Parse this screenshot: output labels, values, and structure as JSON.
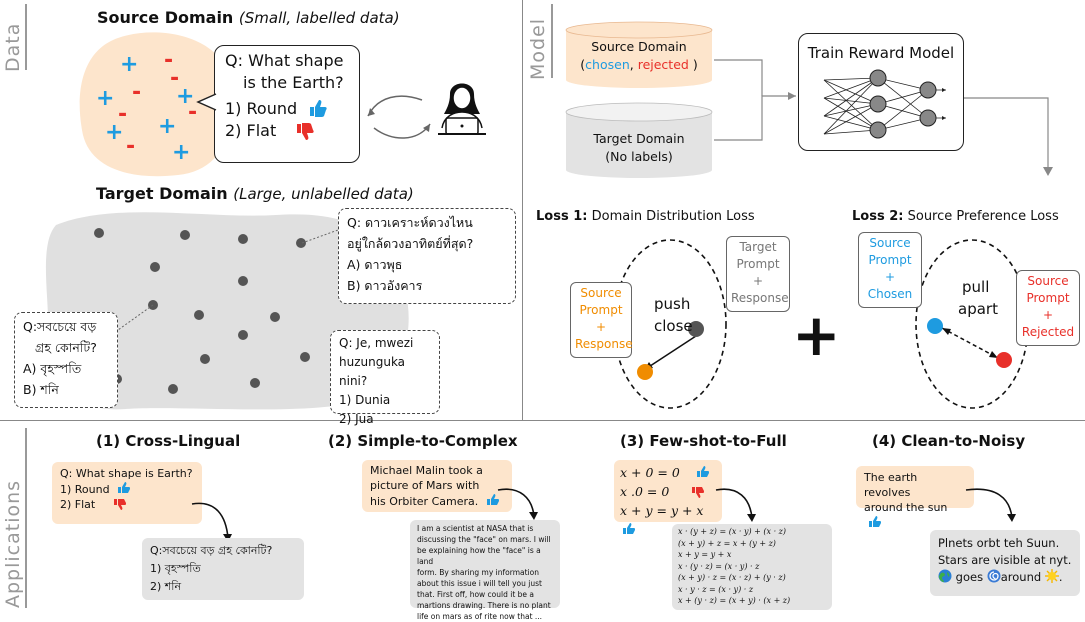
{
  "sections": {
    "data": "Data",
    "model": "Model",
    "applications": "Applications"
  },
  "data_panel": {
    "source_title": "Source Domain",
    "source_sub": "(Small, labelled data)",
    "plus_marks": [
      "+",
      "+",
      "+",
      "+",
      "+",
      "+"
    ],
    "minus_marks": [
      "-",
      "-",
      "-",
      "-",
      "-",
      "-"
    ],
    "source_question": [
      "Q: What shape",
      "is the Earth?"
    ],
    "source_answers": [
      {
        "label": "1) Round",
        "icon": "thumbs-up-icon"
      },
      {
        "label": "2) Flat",
        "icon": "thumbs-down-icon"
      }
    ],
    "target_title": "Target Domain",
    "target_sub": "(Large, unlabelled data)",
    "thai_box": [
      "Q: ดาวเคราะห์ดวงไหน",
      "อยู่ใกล้ดวงอาทิตย์ที่สุด?",
      "A) ดาวพุธ",
      "B) ดาวอังคาร"
    ],
    "bengali_box": [
      "Q:সবচেয়ে বড়",
      "গ্রহ কোনটি?",
      "A) বৃহস্পতি",
      "B) শনি"
    ],
    "swahili_box": [
      "Q: Je, mwezi",
      "huzunguka nini?",
      "1)  Dunia",
      "2)  Jua"
    ]
  },
  "model_panel": {
    "source_db": {
      "line1": "Source Domain",
      "chosen": "chosen",
      "sep": ",",
      "rejected": "rejected",
      "open": "(",
      "close": ")"
    },
    "target_db": {
      "line1": "Target Domain",
      "line2": "(No labels)"
    },
    "train_box": "Train Reward Model",
    "loss1": {
      "prefix": "Loss 1:",
      "name": "Domain Distribution Loss"
    },
    "loss2": {
      "prefix": "Loss 2:",
      "name": "Source Preference Loss"
    },
    "loss1_target": [
      "Target",
      "Prompt",
      "+",
      "Response"
    ],
    "loss1_source": [
      "Source",
      "Prompt",
      "+",
      "Response"
    ],
    "push_text": [
      "push",
      "close"
    ],
    "plus_sign": "+",
    "loss2_chosen": [
      "Source",
      "Prompt",
      "+",
      "Chosen"
    ],
    "loss2_rejected": [
      "Source",
      "Prompt",
      "+",
      "Rejected"
    ],
    "pull_text": [
      "pull",
      "apart"
    ]
  },
  "applications": {
    "a1": {
      "title": "(1) Cross-Lingual",
      "src": [
        "Q: What shape is Earth?",
        "1)  Round",
        "2)  Flat"
      ],
      "tgt": [
        "Q:সবচেয়ে বড় গ্রহ কোনটি?",
        "1)  বৃহস্পতি",
        "2)  শনি"
      ]
    },
    "a2": {
      "title": "(2) Simple-to-Complex",
      "src": [
        "Michael Malin took a",
        "picture of Mars with",
        "his Orbiter Camera."
      ],
      "tgt": [
        "I am a scientist at NASA that is",
        "discussing the \"face\" on mars. I will",
        "be explaining how the \"face\" is a land",
        "form. By sharing my information",
        "about this issue i will tell you just",
        "that. First off, how could it be a",
        "martions drawing. There is no plant",
        "life on mars as of rite now that ..."
      ]
    },
    "a3": {
      "title": "(3) Few-shot-to-Full",
      "src": [
        "x + 0 = 0",
        "x .0 = 0",
        "x + y = y + x"
      ],
      "tgt": [
        "x · (y + z) = (x · y) + (x · z)",
        "(x + y) + z = x + (y + z)",
        "x + y = y + x",
        "x · (y · z) = (x · y) · z",
        "(x + y) · z = (x · z) + (y · z)",
        "x · y · z = (x · y) · z",
        "x + (y · z) = (x + y) · (x + z)"
      ]
    },
    "a4": {
      "title": "(4) Clean-to-Noisy",
      "src": [
        "The earth revolves",
        "around the sun"
      ],
      "tgt": [
        "Plnets orbt teh Suun.",
        "Stars are visible at nyt."
      ],
      "tgt_tail": {
        "w1": "goes",
        "w2": "around",
        "end": "."
      }
    }
  },
  "colors": {
    "source_fill": "#fde5cc",
    "target_fill": "#e3e3e3",
    "blue": "#1e9be0",
    "red": "#e8302a",
    "orange": "#f08c00"
  }
}
